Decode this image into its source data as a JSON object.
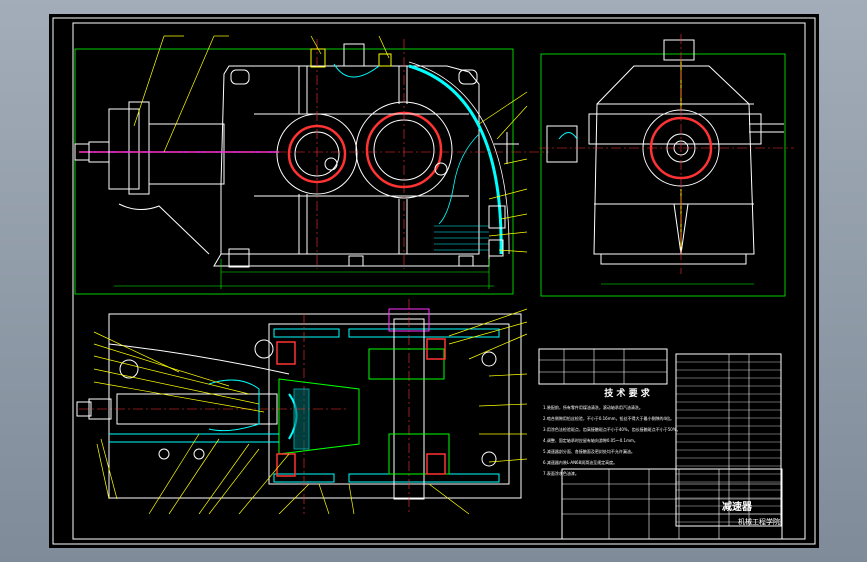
{
  "drawing": {
    "bg": "#000000",
    "frame_color": "#ffffff",
    "outline_color": "#ffffff",
    "dim_color": "#00ff00",
    "center_color": "#ff3333",
    "leader_color": "#ffff00",
    "hatch_color": "#00ffff",
    "shaft_color": "#ff33ff",
    "tech_requirements": {
      "title": "技 术 要 求",
      "lines": [
        "1.装配前，所有零件用煤油清洗，滚动轴承用汽油清洗。",
        "2.啮合侧隙用铅丝检验，不小于0.16mm，铅丝不得大于最小侧隙的4倍。",
        "3.用涂色法检验斑点，齿高接触斑点不小于40%，齿长接触斑点不小于50%。",
        "4.调整、固定轴承时应留有轴向游隙0.05～0.1mm。",
        "5.减速器剖分面、各接触面及密封处均不允许漏油。",
        "6.减速器内装L-AN68润滑油至规定高度。",
        "7.表面涂灰色油漆。"
      ]
    },
    "title_block": {
      "name": "减速器",
      "school": "机械工程学院"
    }
  }
}
